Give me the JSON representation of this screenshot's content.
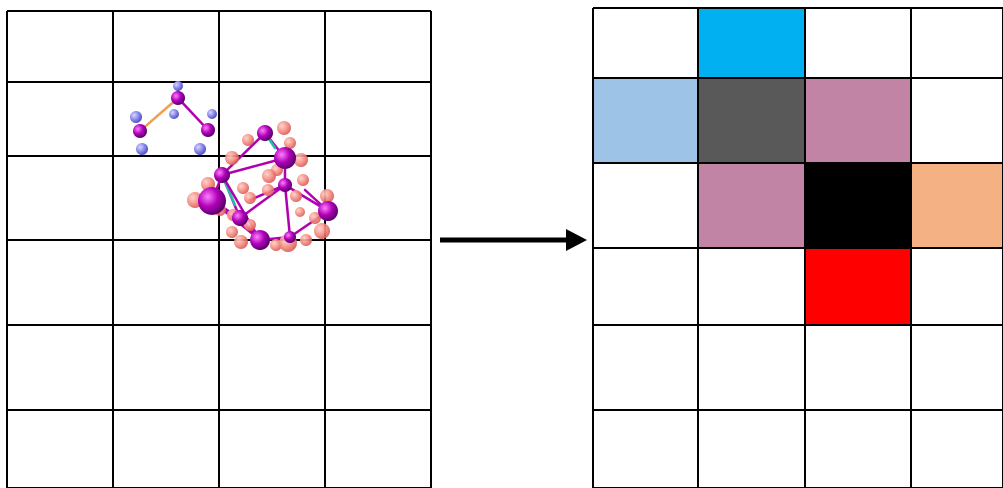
{
  "left_grid": {
    "rows": 6,
    "cols": 4,
    "line_color": "#000000",
    "background": "#ffffff"
  },
  "molecule": {
    "atom_colors": {
      "metal": "#a000a8",
      "oxygen": "#f08a80",
      "nitrogen": "#7f7fe6"
    },
    "bond_colors": {
      "default": "#b000b0",
      "highlight_orange": "#f0a050",
      "highlight_teal": "#20c0a0"
    }
  },
  "arrow": {
    "color": "#000000",
    "direction": "right"
  },
  "right_grid": {
    "rows": 6,
    "cols": 4,
    "line_color": "#000000",
    "cells": [
      [
        "#ffffff",
        "#00b0f0",
        "#ffffff",
        "#ffffff"
      ],
      [
        "#9dc3e6",
        "#595959",
        "#c184a4",
        "#ffffff"
      ],
      [
        "#ffffff",
        "#c184a4",
        "#000000",
        "#f4b183"
      ],
      [
        "#ffffff",
        "#ffffff",
        "#ff0000",
        "#ffffff"
      ],
      [
        "#ffffff",
        "#ffffff",
        "#ffffff",
        "#ffffff"
      ],
      [
        "#ffffff",
        "#ffffff",
        "#ffffff",
        "#ffffff"
      ]
    ]
  }
}
